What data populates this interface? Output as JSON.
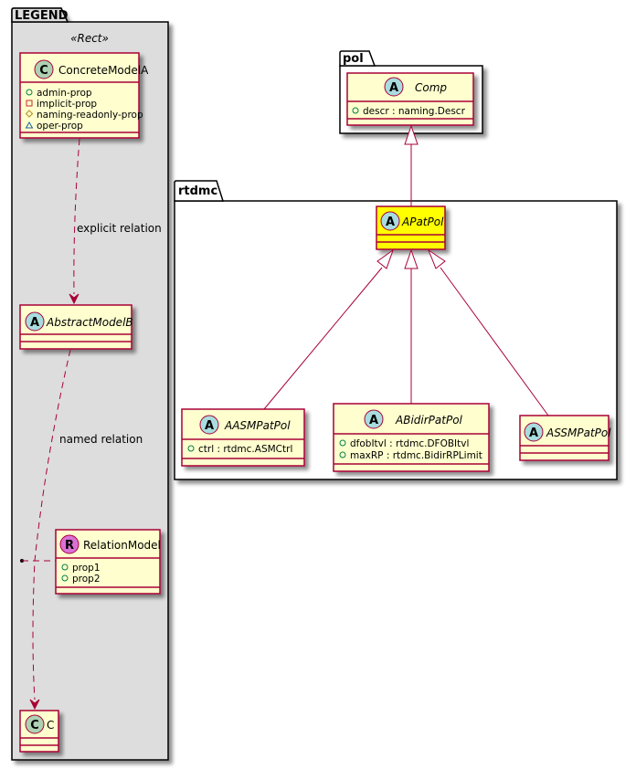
{
  "colors": {
    "class_fill": "#FEFECE",
    "class_border": "#A80036",
    "highlight_fill": "#FFFF00",
    "legend_bg": "#DDDDDD",
    "package_bg": "#FFFFFF",
    "spot_class": "#ADD1B2",
    "spot_abstract": "#A9DCDF",
    "spot_relation": "#DA70D6",
    "vis_public": "#038048",
    "vis_private": "#C82930",
    "vis_protected": "#B38D22",
    "vis_package": "#1963A0",
    "edge": "#A80036"
  },
  "packages": {
    "legend": {
      "name": "LEGEND",
      "stereotype": "«Rect»"
    },
    "pol": {
      "name": "pol"
    },
    "rtdmc": {
      "name": "rtdmc"
    }
  },
  "classes": {
    "concrete_model_a": {
      "name": "ConcreteModelA",
      "spot": "C",
      "abstract": false,
      "attributes": [
        {
          "visibility": "public",
          "text": "admin-prop"
        },
        {
          "visibility": "private",
          "text": "implicit-prop"
        },
        {
          "visibility": "protected",
          "text": "naming-readonly-prop"
        },
        {
          "visibility": "package",
          "text": "oper-prop"
        }
      ]
    },
    "abstract_model_b": {
      "name": "AbstractModelB",
      "spot": "A",
      "abstract": true,
      "attributes": []
    },
    "relation_model": {
      "name": "RelationModel",
      "spot": "R",
      "abstract": false,
      "attributes": [
        {
          "visibility": "public",
          "text": "prop1"
        },
        {
          "visibility": "public",
          "text": "prop2"
        }
      ]
    },
    "c": {
      "name": "C",
      "spot": "C",
      "abstract": false,
      "attributes": []
    },
    "comp": {
      "name": "Comp",
      "spot": "A",
      "abstract": true,
      "attributes": [
        {
          "visibility": "public",
          "text": "descr : naming.Descr"
        }
      ]
    },
    "apatpol": {
      "name": "APatPol",
      "spot": "A",
      "abstract": true,
      "highlighted": true,
      "attributes": []
    },
    "aasmpatpol": {
      "name": "AASMPatPol",
      "spot": "A",
      "abstract": true,
      "attributes": [
        {
          "visibility": "public",
          "text": "ctrl : rtdmc.ASMCtrl"
        }
      ]
    },
    "abidirpatpol": {
      "name": "ABidirPatPol",
      "spot": "A",
      "abstract": true,
      "attributes": [
        {
          "visibility": "public",
          "text": "dfobItvl : rtdmc.DFOBItvl"
        },
        {
          "visibility": "public",
          "text": "maxRP : rtdmc.BidirRPLimit"
        }
      ]
    },
    "assmpatpol": {
      "name": "ASSMPatPol",
      "spot": "A",
      "abstract": true,
      "attributes": []
    }
  },
  "relations": {
    "explicit": {
      "from": "ConcreteModelA",
      "to": "AbstractModelB",
      "label": "explicit relation",
      "style": "dashed-arrow"
    },
    "named": {
      "from": "AbstractModelB",
      "to": "C",
      "label": "named relation",
      "style": "dashed-arrow",
      "association_class": "RelationModel"
    },
    "inherit_comp": {
      "from": "APatPol",
      "to": "Comp",
      "style": "generalization"
    },
    "inherit_aasm": {
      "from": "AASMPatPol",
      "to": "APatPol",
      "style": "generalization"
    },
    "inherit_abidir": {
      "from": "ABidirPatPol",
      "to": "APatPol",
      "style": "generalization"
    },
    "inherit_assm": {
      "from": "ASSMPatPol",
      "to": "APatPol",
      "style": "generalization"
    }
  }
}
